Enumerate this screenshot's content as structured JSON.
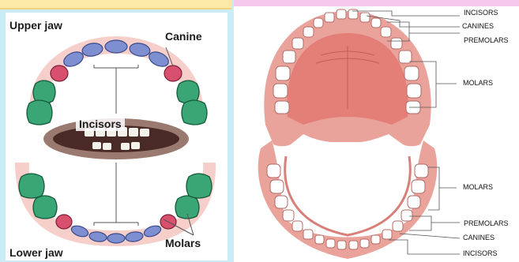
{
  "left_diagram": {
    "upper_jaw": "Upper jaw",
    "canine": "Canine",
    "incisors": "Incisors",
    "molars": "Molars",
    "lower_jaw": "Lower jaw"
  },
  "right_diagram": {
    "upper": {
      "incisors": "INCISORS",
      "canines": "CANINES",
      "premolars": "PREMOLARS",
      "molars": "MOLARS"
    },
    "lower": {
      "molars": "MOLARS",
      "premolars": "PREMOLARS",
      "canines": "CANINES",
      "incisors": "INCISORS"
    }
  },
  "colors": {
    "background": "#c9ecf6",
    "gum": "#f4c7c3",
    "molar": "#3aa575",
    "canine": "#d9506e",
    "incisor": "#7d8fd0",
    "palate": "#e78f86"
  }
}
